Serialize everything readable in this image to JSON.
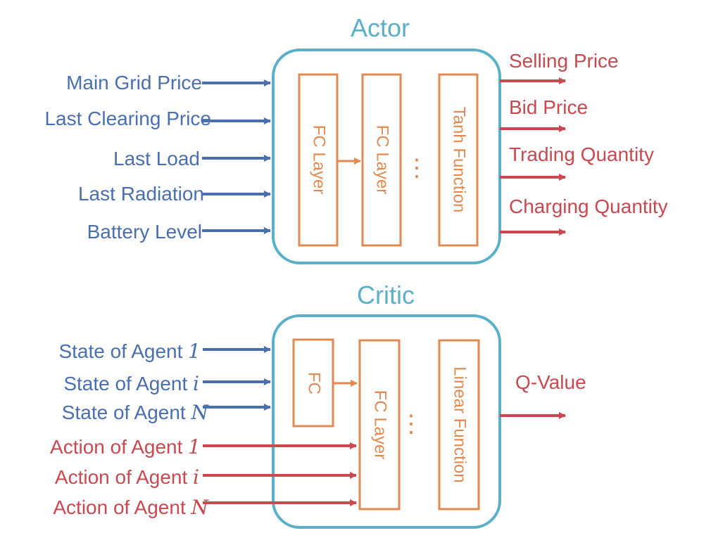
{
  "colors": {
    "input_blue": "#4a6fae",
    "output_red": "#c8494f",
    "module_border": "#5bafc9",
    "layer_orange": "#e08a52"
  },
  "actor": {
    "title": "Actor",
    "inputs": [
      "Main Grid Price",
      "Last Clearing Price",
      "Last Load",
      "Last Radiation",
      "Battery Level"
    ],
    "layers": [
      "FC Layer",
      "FC Layer",
      "Tanh Function"
    ],
    "ellipsis": "⋮",
    "outputs": [
      "Selling Price",
      "Bid Price",
      "Trading Quantity",
      "Charging Quantity"
    ]
  },
  "critic": {
    "title": "Critic",
    "state_inputs": [
      {
        "text": "State of Agent ",
        "index": "1"
      },
      {
        "text": "State of Agent ",
        "index": "i"
      },
      {
        "text": "State of Agent ",
        "index": "N"
      }
    ],
    "action_inputs": [
      {
        "text": "Action of Agent ",
        "index": "1"
      },
      {
        "text": "Action of Agent ",
        "index": "i"
      },
      {
        "text": "Action of Agent ",
        "index": "N"
      }
    ],
    "layers": [
      "FC",
      "FC Layer",
      "Linear Function"
    ],
    "ellipsis": "⋮",
    "output": "Q-Value"
  }
}
